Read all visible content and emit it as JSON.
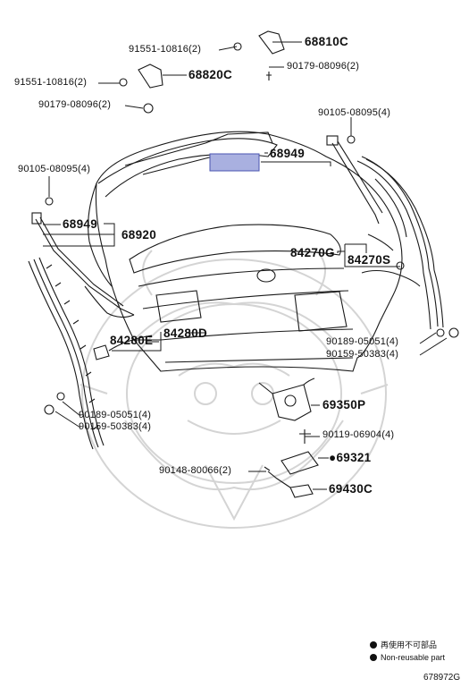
{
  "colors": {
    "line": "#1a1a1a",
    "watermark": "#d4d4d4",
    "highlight_fill": "#a9b0e0",
    "highlight_stroke": "#4a55b0"
  },
  "part_labels": {
    "p91551_top": "91551-10816(2)",
    "p68810C": "68810C",
    "p90179_top": "90179-08096(2)",
    "p91551_left": "91551-10816(2)",
    "p68820C": "68820C",
    "p90179_left": "90179-08096(2)",
    "p90105_right": "90105-08095(4)",
    "p68949_top": "68949",
    "p90105_left": "90105-08095(4)",
    "p68949_left": "68949",
    "p68920": "68920",
    "p84270G": "84270G",
    "p84270S": "84270S",
    "p84280E": "84280E",
    "p84280D": "84280D",
    "p90189_right": "90189-05051(4)",
    "p90159_right": "90159-50383(4)",
    "p69350P": "69350P",
    "p90189_left": "90189-05051(4)",
    "p90159_left": "90159-50383(4)",
    "p90119": "90119-06904(4)",
    "p69321": "●69321",
    "p90148": "90148-80066(2)",
    "p69430C": "69430C"
  },
  "legend": {
    "line1": "再使用不可部品",
    "line2": "Non-reusable part"
  },
  "figure_number": "678972G"
}
